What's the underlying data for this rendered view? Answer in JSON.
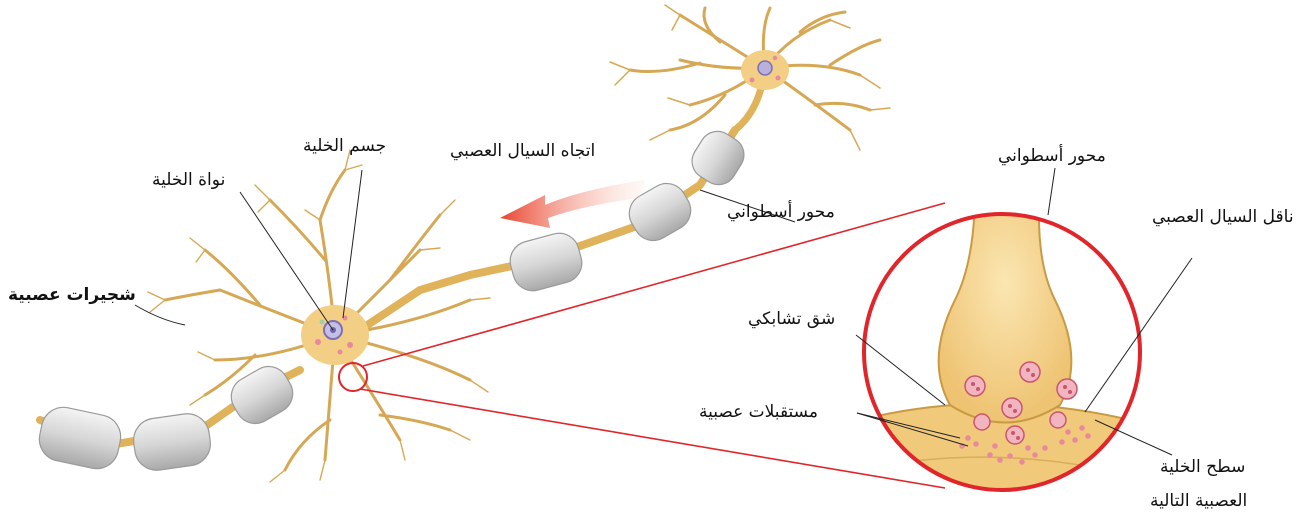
{
  "labels": {
    "cell_body": "جسم الخلية",
    "cell_nucleus": "نواة الخلية",
    "dendrites": "شجيرات عصبية",
    "impulse_direction": "اتجاه السيال العصبي",
    "axon_main": "محور أسطواني",
    "axon_inset": "محور أسطواني",
    "neurotransmitter": "ناقل السيال العصبي",
    "synaptic_cleft": "شق تشابكي",
    "receptors": "مستقبلات عصبية",
    "next_cell_surface_line1": "سطح الخلية",
    "next_cell_surface_line2": "العصبية التالية"
  },
  "colors": {
    "neuron_fill": "#f3cf86",
    "neuron_stroke": "#c99a44",
    "myelin_fill": "#dcdcdc",
    "myelin_stroke": "#9a9a9a",
    "nucleus": "#9b8fc8",
    "vesicle": "#e88a9c",
    "zoom_circle": "#e0262b",
    "arrow": "#e8432e"
  }
}
